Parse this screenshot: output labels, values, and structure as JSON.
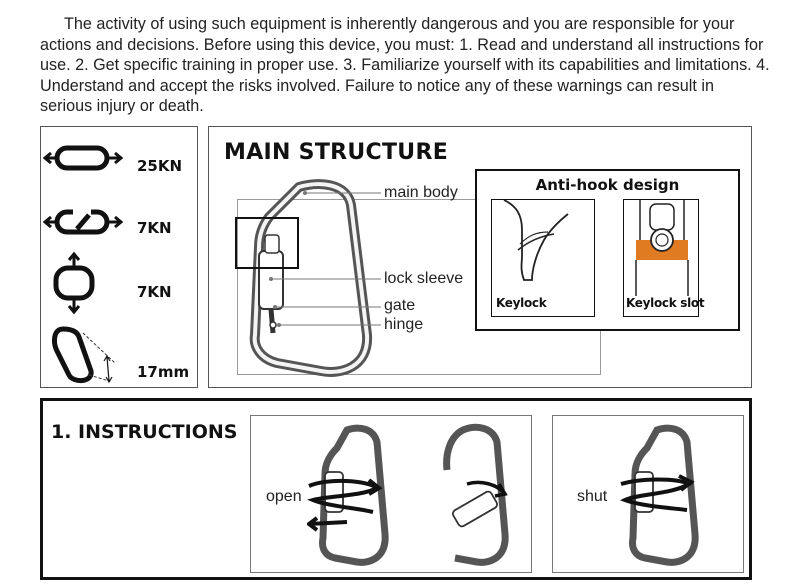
{
  "intro_text": "The activity of using such equipment is inherently dangerous and you are responsible for your actions and decisions. Before using this device, you must: 1. Read and understand all instructions for use. 2. Get specific training in proper use. 3. Familiarize yourself with its capabilities and limitations. 4. Understand and accept the risks involved. Failure to notice any of these warnings can result in serious injury or death.",
  "strength_ratings": [
    {
      "icon": "major-axis-load-icon",
      "value": "25KN"
    },
    {
      "icon": "open-gate-load-icon",
      "value": "7KN"
    },
    {
      "icon": "minor-axis-load-icon",
      "value": "7KN"
    },
    {
      "icon": "gate-opening-icon",
      "value": "17mm"
    }
  ],
  "main_structure": {
    "title": "MAIN STRUCTURE",
    "labels": {
      "main_body": "main body",
      "lock_sleeve": "lock sleeve",
      "gate": "gate",
      "hinge": "hinge"
    }
  },
  "anti_hook": {
    "title": "Anti-hook design",
    "keylock": "Keylock",
    "keylock_slot": "Keylock slot",
    "accent_color": "#e07b22"
  },
  "instructions": {
    "title": "1. INSTRUCTIONS",
    "open_label": "open",
    "shut_label": "shut"
  }
}
